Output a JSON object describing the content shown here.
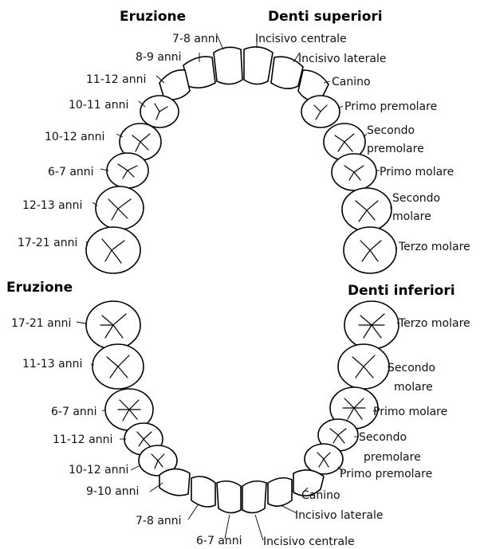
{
  "upper": {
    "eruption_header": "Eruzione",
    "teeth_header": "Denti superiori",
    "eruption_ages": [
      "7-8 anni",
      "8-9 anni",
      "11-12 anni",
      "10-11 anni",
      "10-12 anni",
      "6-7 anni",
      "12-13 anni",
      "17-21 anni"
    ],
    "tooth_names": [
      "Incisivo centrale",
      "Incisivo laterale",
      "Canino",
      "Primo premolare",
      "Secondo",
      "premolare",
      "Primo molare",
      "Secondo",
      "molare",
      "Terzo molare"
    ]
  },
  "lower": {
    "eruption_header": "Eruzione",
    "teeth_header": "Denti inferiori",
    "eruption_ages": [
      "17-21 anni",
      "11-13 anni",
      "6-7 anni",
      "11-12 anni",
      "10-12 anni",
      "9-10 anni",
      "7-8 anni",
      "6-7 anni"
    ],
    "tooth_names": [
      "Terzo molare",
      "Secondo",
      "molare",
      "Primo molare",
      "Secondo",
      "premolare",
      "Primo premolare",
      "Canino",
      "Incisivo laterale",
      "Incisivo centrale"
    ]
  }
}
